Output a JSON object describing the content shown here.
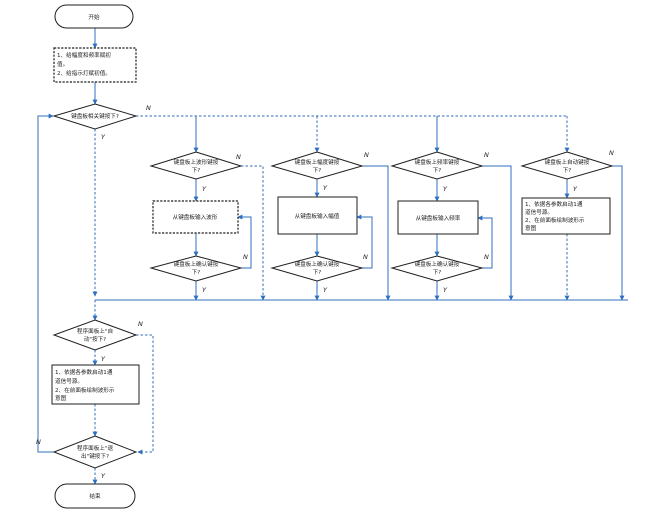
{
  "nodes": {
    "start": "开始",
    "init_line1": "1、给幅度和频率赋初",
    "init_line2": "值。",
    "init_line3": "2、给指示灯赋初值。",
    "key_related": "键盘板相关键按下?",
    "wave_key_1": "键盘板上波形键按",
    "wave_key_2": "下?",
    "wave_input": "从键盘板输入波形",
    "wave_confirm_1": "键盘板上确认键按",
    "wave_confirm_2": "下?",
    "amp_key_1": "键盘板上幅度键按",
    "amp_key_2": "下?",
    "amp_input": "从键盘板输入幅值",
    "amp_confirm_1": "键盘板上确认键按",
    "amp_confirm_2": "下?",
    "freq_key_1": "键盘板上频率键按",
    "freq_key_2": "下?",
    "freq_input": "从键盘板输入频率",
    "freq_confirm_1": "键盘板上确认键按",
    "freq_confirm_2": "下?",
    "auto_key_1": "键盘板上自动键按",
    "auto_key_2": "下?",
    "auto_action_1": "1、依据各参数启动1通",
    "auto_action_2": "道信号源。",
    "auto_action_3": "2、在前面板绘制波形示",
    "auto_action_4": "意图",
    "panel_auto_1": "程序面板上\"自",
    "panel_auto_2": "动\"按下?",
    "panel_action_1": "1、依据各参数启动1通",
    "panel_action_2": "道信号源。",
    "panel_action_3": "2、在前面板绘制波形示",
    "panel_action_4": "意图",
    "panel_exit_1": "程序面板上\"退",
    "panel_exit_2": "出\"键按下?",
    "end": "结束"
  },
  "branch_labels": {
    "yes": "Y",
    "no": "N"
  },
  "colors": {
    "flow_line": "#2f6fbf",
    "shape_stroke": "#1f1f1f"
  }
}
